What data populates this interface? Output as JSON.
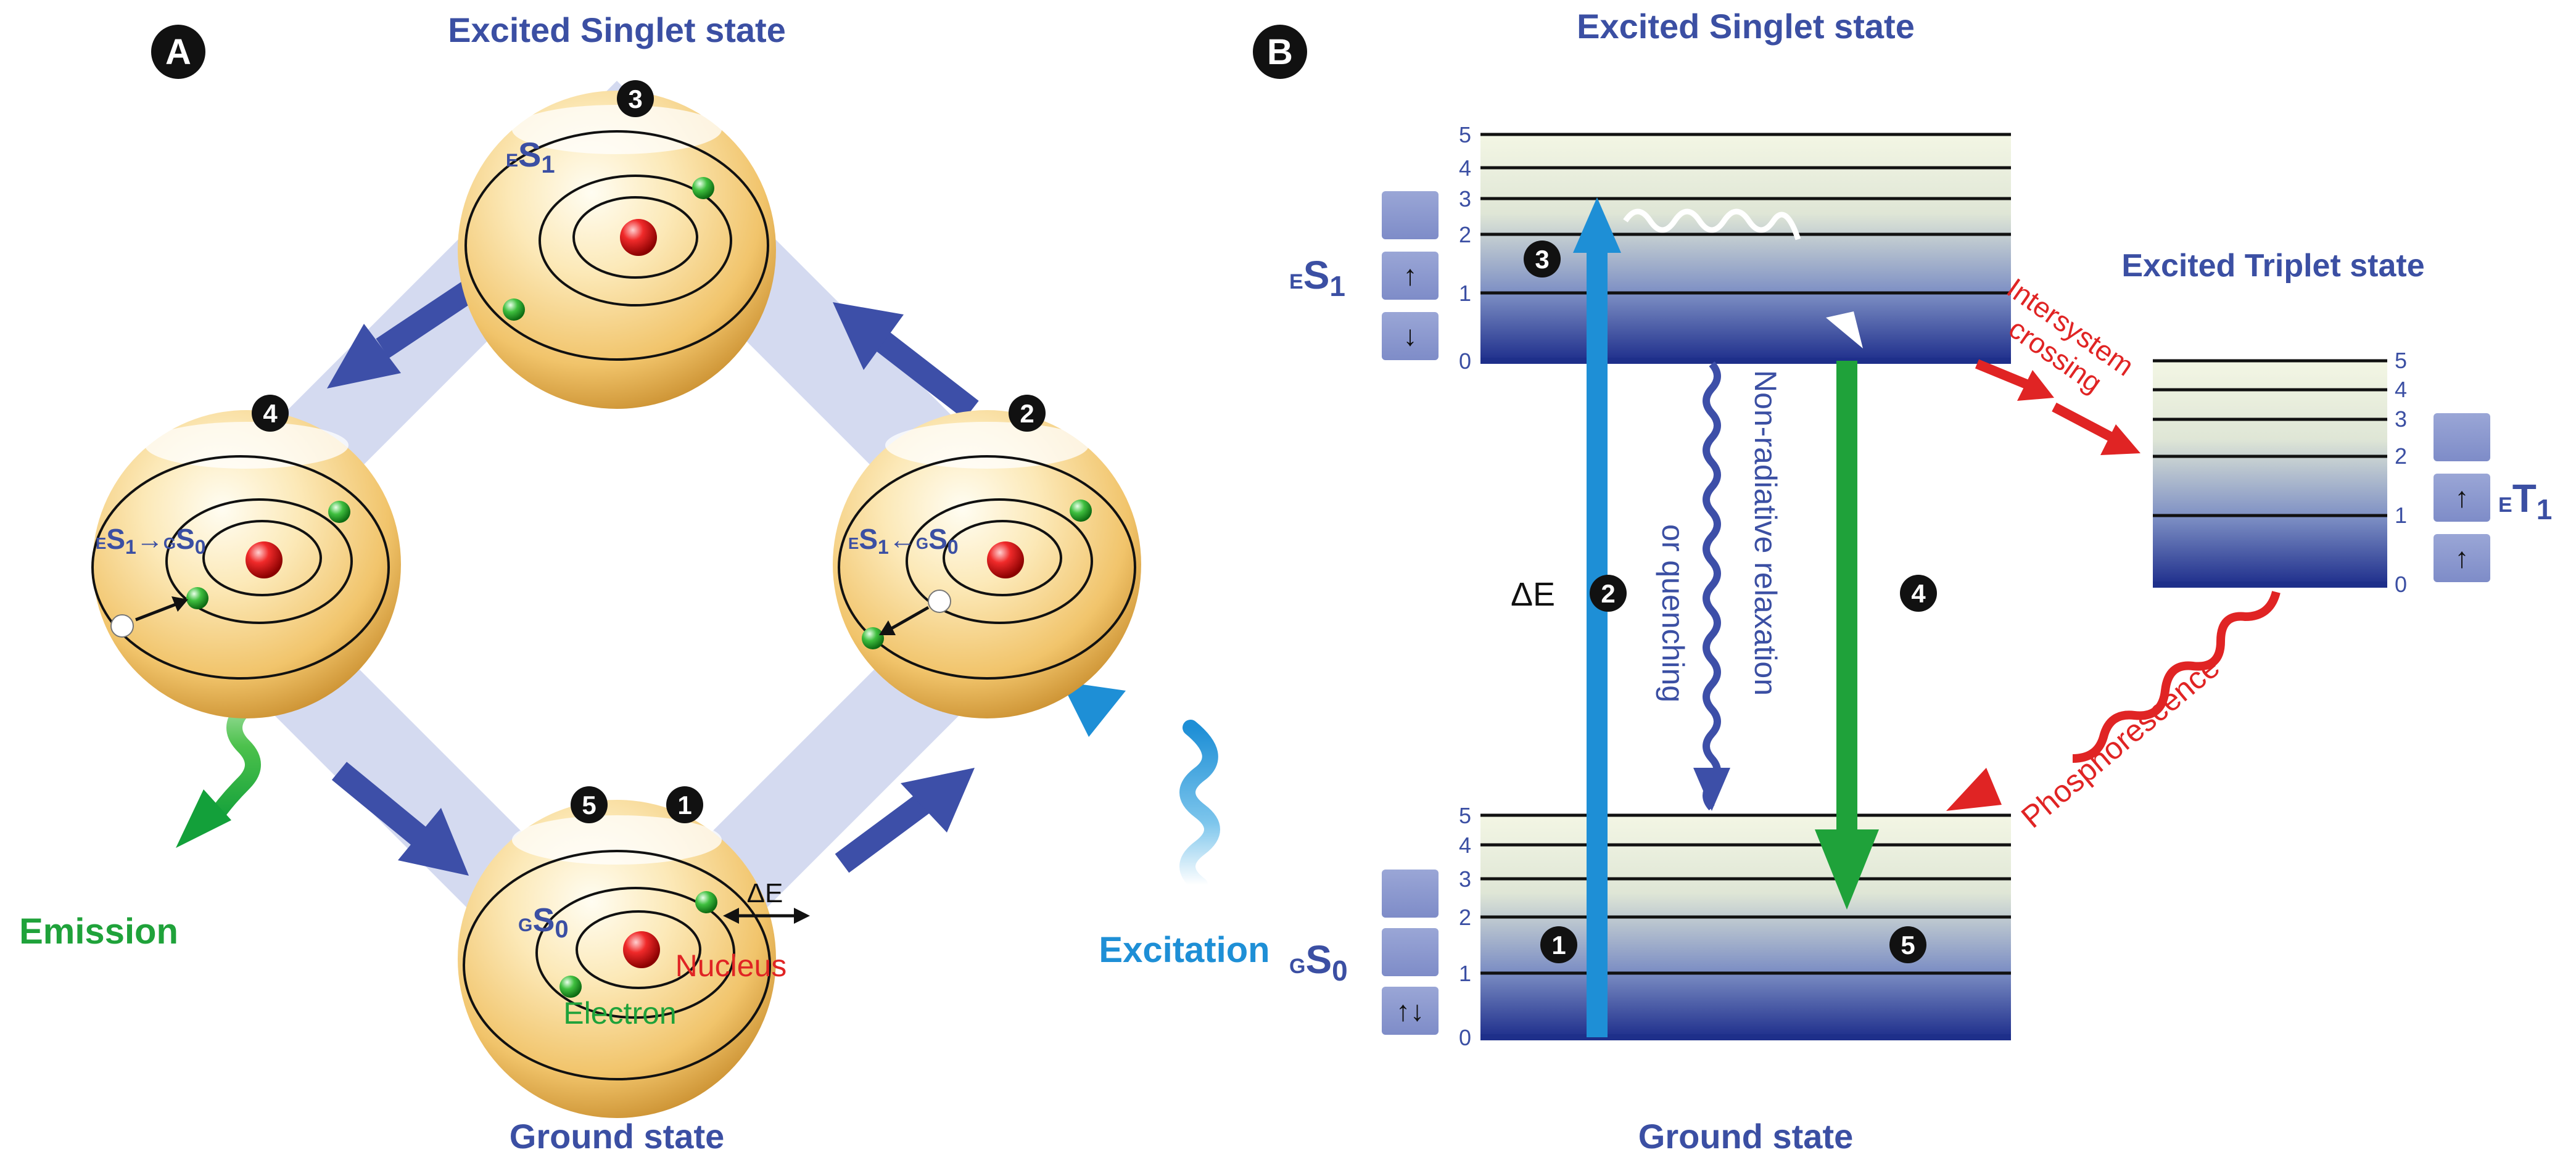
{
  "panel_a": {
    "badge": "A",
    "top_title": "Excited Singlet state",
    "bottom_title": "Ground state",
    "atom_top": {
      "step": "3",
      "label_sub": "E",
      "label_main": "S",
      "label_idx": "1"
    },
    "atom_left": {
      "step": "4",
      "transition": "ES1→GS0",
      "parts": [
        "E",
        "S",
        "1",
        "→",
        "G",
        "S",
        "0"
      ]
    },
    "atom_right": {
      "step": "2",
      "parts": [
        "E",
        "S",
        "1",
        "←",
        "G",
        "S",
        "0"
      ]
    },
    "atom_bottom": {
      "step_a": "5",
      "step_b": "1",
      "label_sub": "G",
      "label_main": "S",
      "label_idx": "0",
      "delta_e": "ΔE",
      "nucleus": "Nucleus",
      "electron": "Electron"
    },
    "emission": "Emission",
    "excitation": "Excitation"
  },
  "panel_b": {
    "badge": "B",
    "top_title": "Excited Singlet state",
    "bottom_title": "Ground state",
    "triplet_title": "Excited Triplet state",
    "s1_label": {
      "sub": "E",
      "main": "S",
      "idx": "1"
    },
    "s0_label": {
      "sub": "G",
      "main": "S",
      "idx": "0"
    },
    "t1_label": {
      "sub": "E",
      "main": "T",
      "idx": "1"
    },
    "levels": [
      "0",
      "1",
      "2",
      "3",
      "4",
      "5"
    ],
    "spin_s1": [
      "",
      "↑",
      "↓"
    ],
    "spin_s0": [
      "",
      "",
      "↑↓"
    ],
    "spin_t1": [
      "",
      "↑",
      "↑"
    ],
    "step_labels": {
      "s3": "3",
      "s2": "2",
      "s4": "4",
      "s1": "1",
      "s5": "5"
    },
    "delta_e": "ΔE",
    "non_radiative_1": "Non-radiative relaxation",
    "non_radiative_2": "or quenching",
    "isc_1": "Intersystem",
    "isc_2": "crossing",
    "phosphorescence": "Phosphorescence"
  },
  "colors": {
    "title_blue": "#3b4fa3",
    "arrow_blue": "#3d4fa8",
    "excitation_blue": "#1e8fd6",
    "emission_green": "#1fa23a",
    "red": "#e02424",
    "level_dark": "#1e2f8a"
  }
}
